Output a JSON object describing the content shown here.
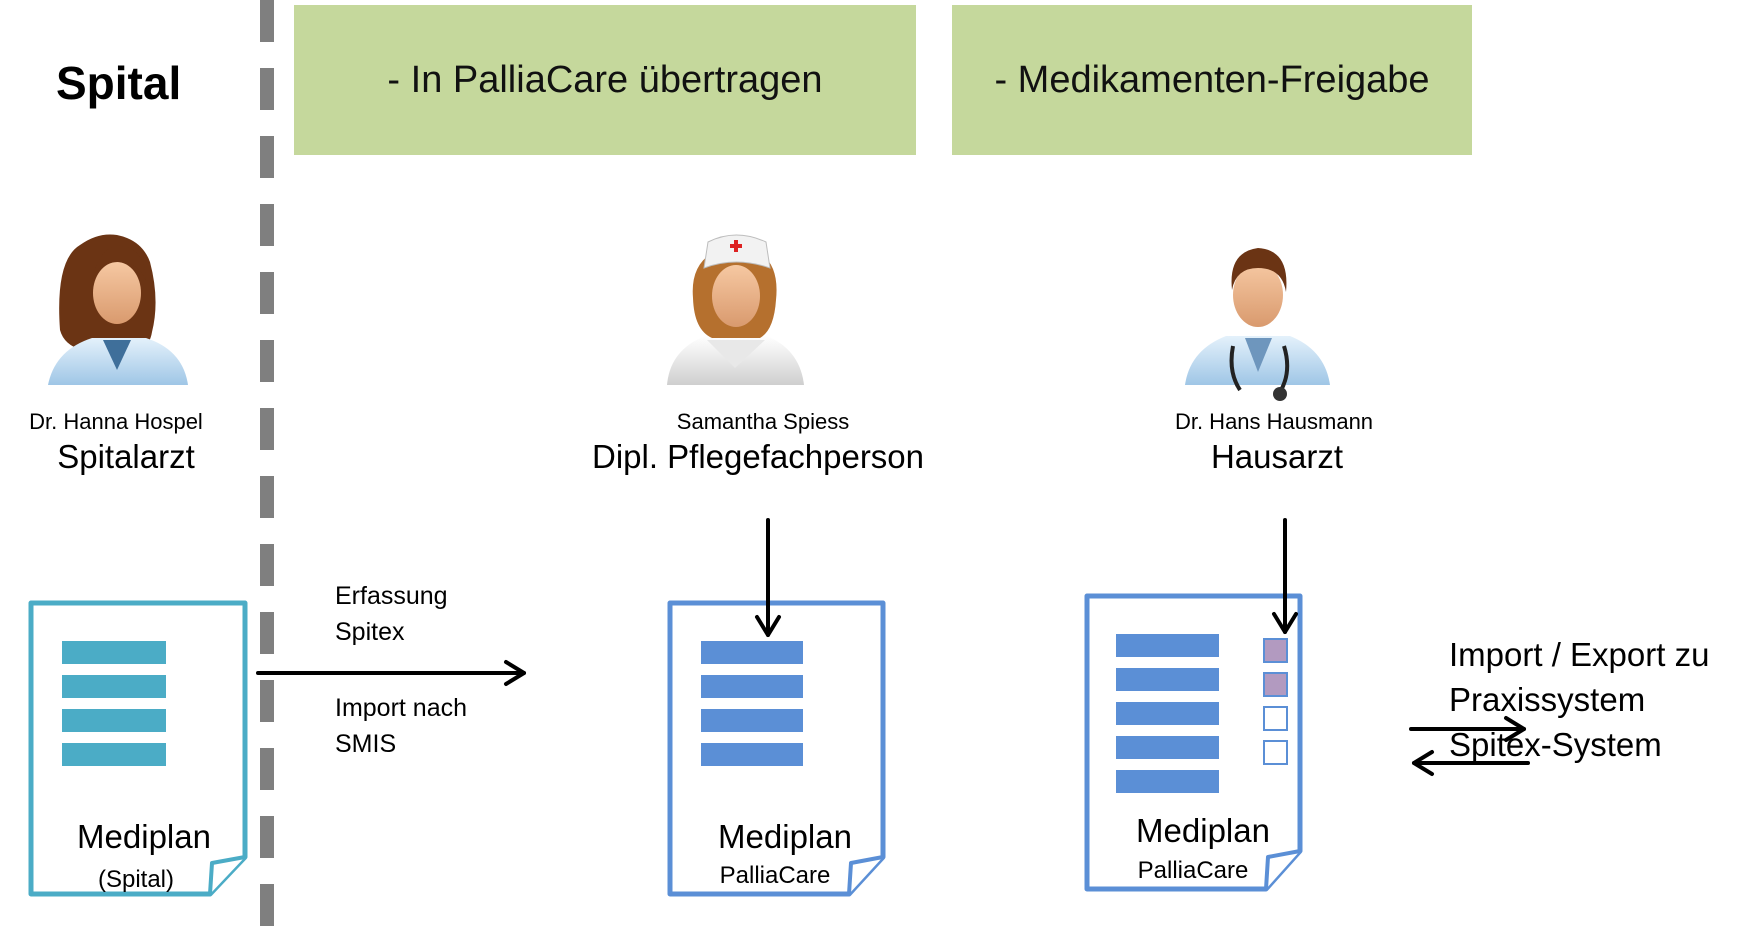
{
  "section": {
    "title": "Spital"
  },
  "stages": [
    {
      "label": "- In PalliaCare übertragen"
    },
    {
      "label": "- Medikamenten-Freigabe"
    }
  ],
  "people": [
    {
      "name": "Dr. Hanna Hospel",
      "role": "Spitalarzt",
      "icon": "female-doctor-icon"
    },
    {
      "name": "Samantha Spiess",
      "role": "Dipl. Pflegefachperson",
      "icon": "nurse-icon"
    },
    {
      "name": "Dr. Hans Hausmann",
      "role": "Hausarzt",
      "icon": "male-doctor-icon"
    }
  ],
  "transfer": {
    "top_line1": "Erfassung",
    "top_line2": "Spitex",
    "bottom_line1": "Import nach",
    "bottom_line2": "SMIS"
  },
  "documents": [
    {
      "title": "Mediplan",
      "subtitle": "(Spital)",
      "icon": "document-icon",
      "color": "#4bacc6"
    },
    {
      "title": "Mediplan",
      "subtitle": "PalliaCare",
      "icon": "document-icon",
      "color": "#5b8fd6"
    },
    {
      "title": "Mediplan",
      "subtitle": "PalliaCare",
      "icon": "document-checklist-icon",
      "color": "#5b8fd6"
    }
  ],
  "import_export": {
    "line1": "Import / Export zu",
    "line2": "Praxissystem",
    "line3": "Spitex-System"
  },
  "colors": {
    "stage_box": "#c5d89c",
    "divider": "#7f7f7f",
    "doc_spital": "#4bacc6",
    "doc_palliacare": "#5b8fd6",
    "checkbox_filled": "#b29ac0"
  }
}
